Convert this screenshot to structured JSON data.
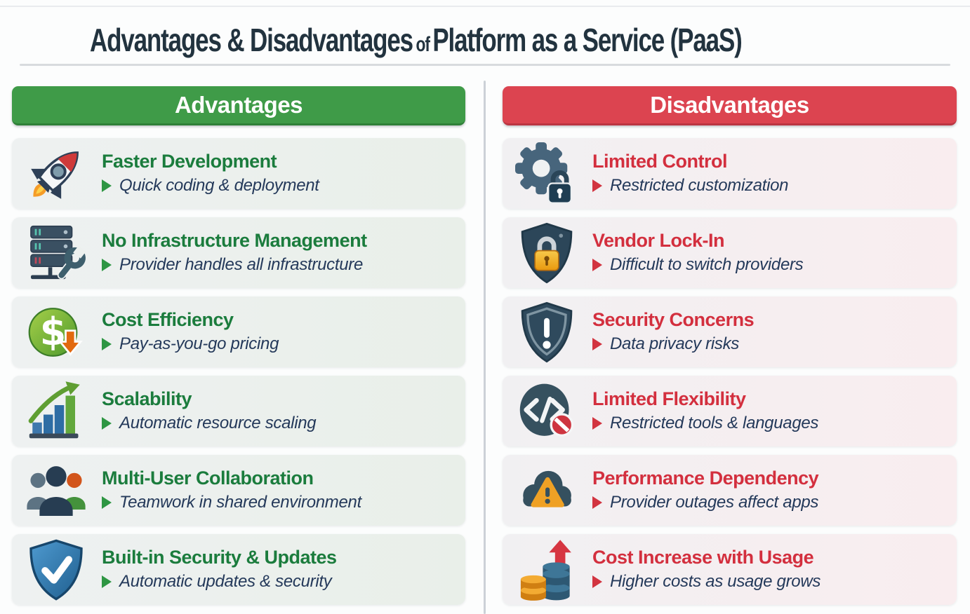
{
  "header": {
    "title_part1": "Advantages & Disadvantages",
    "title_connector": "of",
    "title_part2": "Platform as a Service (PaaS)"
  },
  "colors": {
    "page_title_text": "#22333f",
    "subtitle_text": "#24395a",
    "advantage_header_bg": "#3f9b48",
    "advantage_title_text": "#1b7c3d",
    "advantage_bullet": "#2e9643",
    "disadvantage_header_bg": "#dc4450",
    "disadvantage_title_text": "#d32f3e",
    "disadvantage_bullet": "#d23440"
  },
  "advantages": {
    "header_label": "Advantages",
    "items": [
      {
        "icon": "rocket-icon",
        "title": "Faster Development",
        "subtitle": "Quick coding & deployment"
      },
      {
        "icon": "server-wrench-icon",
        "title": "No Infrastructure Management",
        "subtitle": "Provider handles all infrastructure"
      },
      {
        "icon": "dollar-savings-icon",
        "title": "Cost Efficiency",
        "subtitle": "Pay-as-you-go pricing"
      },
      {
        "icon": "growth-chart-icon",
        "title": "Scalability",
        "subtitle": "Automatic resource scaling"
      },
      {
        "icon": "team-icon",
        "title": "Multi-User Collaboration",
        "subtitle": "Teamwork in shared environment"
      },
      {
        "icon": "shield-check-icon",
        "title": "Built-in Security & Updates",
        "subtitle": "Automatic updates & security"
      }
    ]
  },
  "disadvantages": {
    "header_label": "Disadvantages",
    "items": [
      {
        "icon": "gear-lock-icon",
        "title": "Limited Control",
        "subtitle": "Restricted customization"
      },
      {
        "icon": "shield-lock-icon",
        "title": "Vendor Lock-In",
        "subtitle": "Difficult to switch providers"
      },
      {
        "icon": "shield-alert-icon",
        "title": "Security Concerns",
        "subtitle": "Data privacy risks"
      },
      {
        "icon": "code-ban-icon",
        "title": "Limited Flexibility",
        "subtitle": "Restricted tools & languages"
      },
      {
        "icon": "cloud-warning-icon",
        "title": "Performance Dependency",
        "subtitle": "Provider outages affect apps"
      },
      {
        "icon": "coins-up-arrow-icon",
        "title": "Cost Increase with Usage",
        "subtitle": "Higher costs as usage grows"
      }
    ]
  }
}
